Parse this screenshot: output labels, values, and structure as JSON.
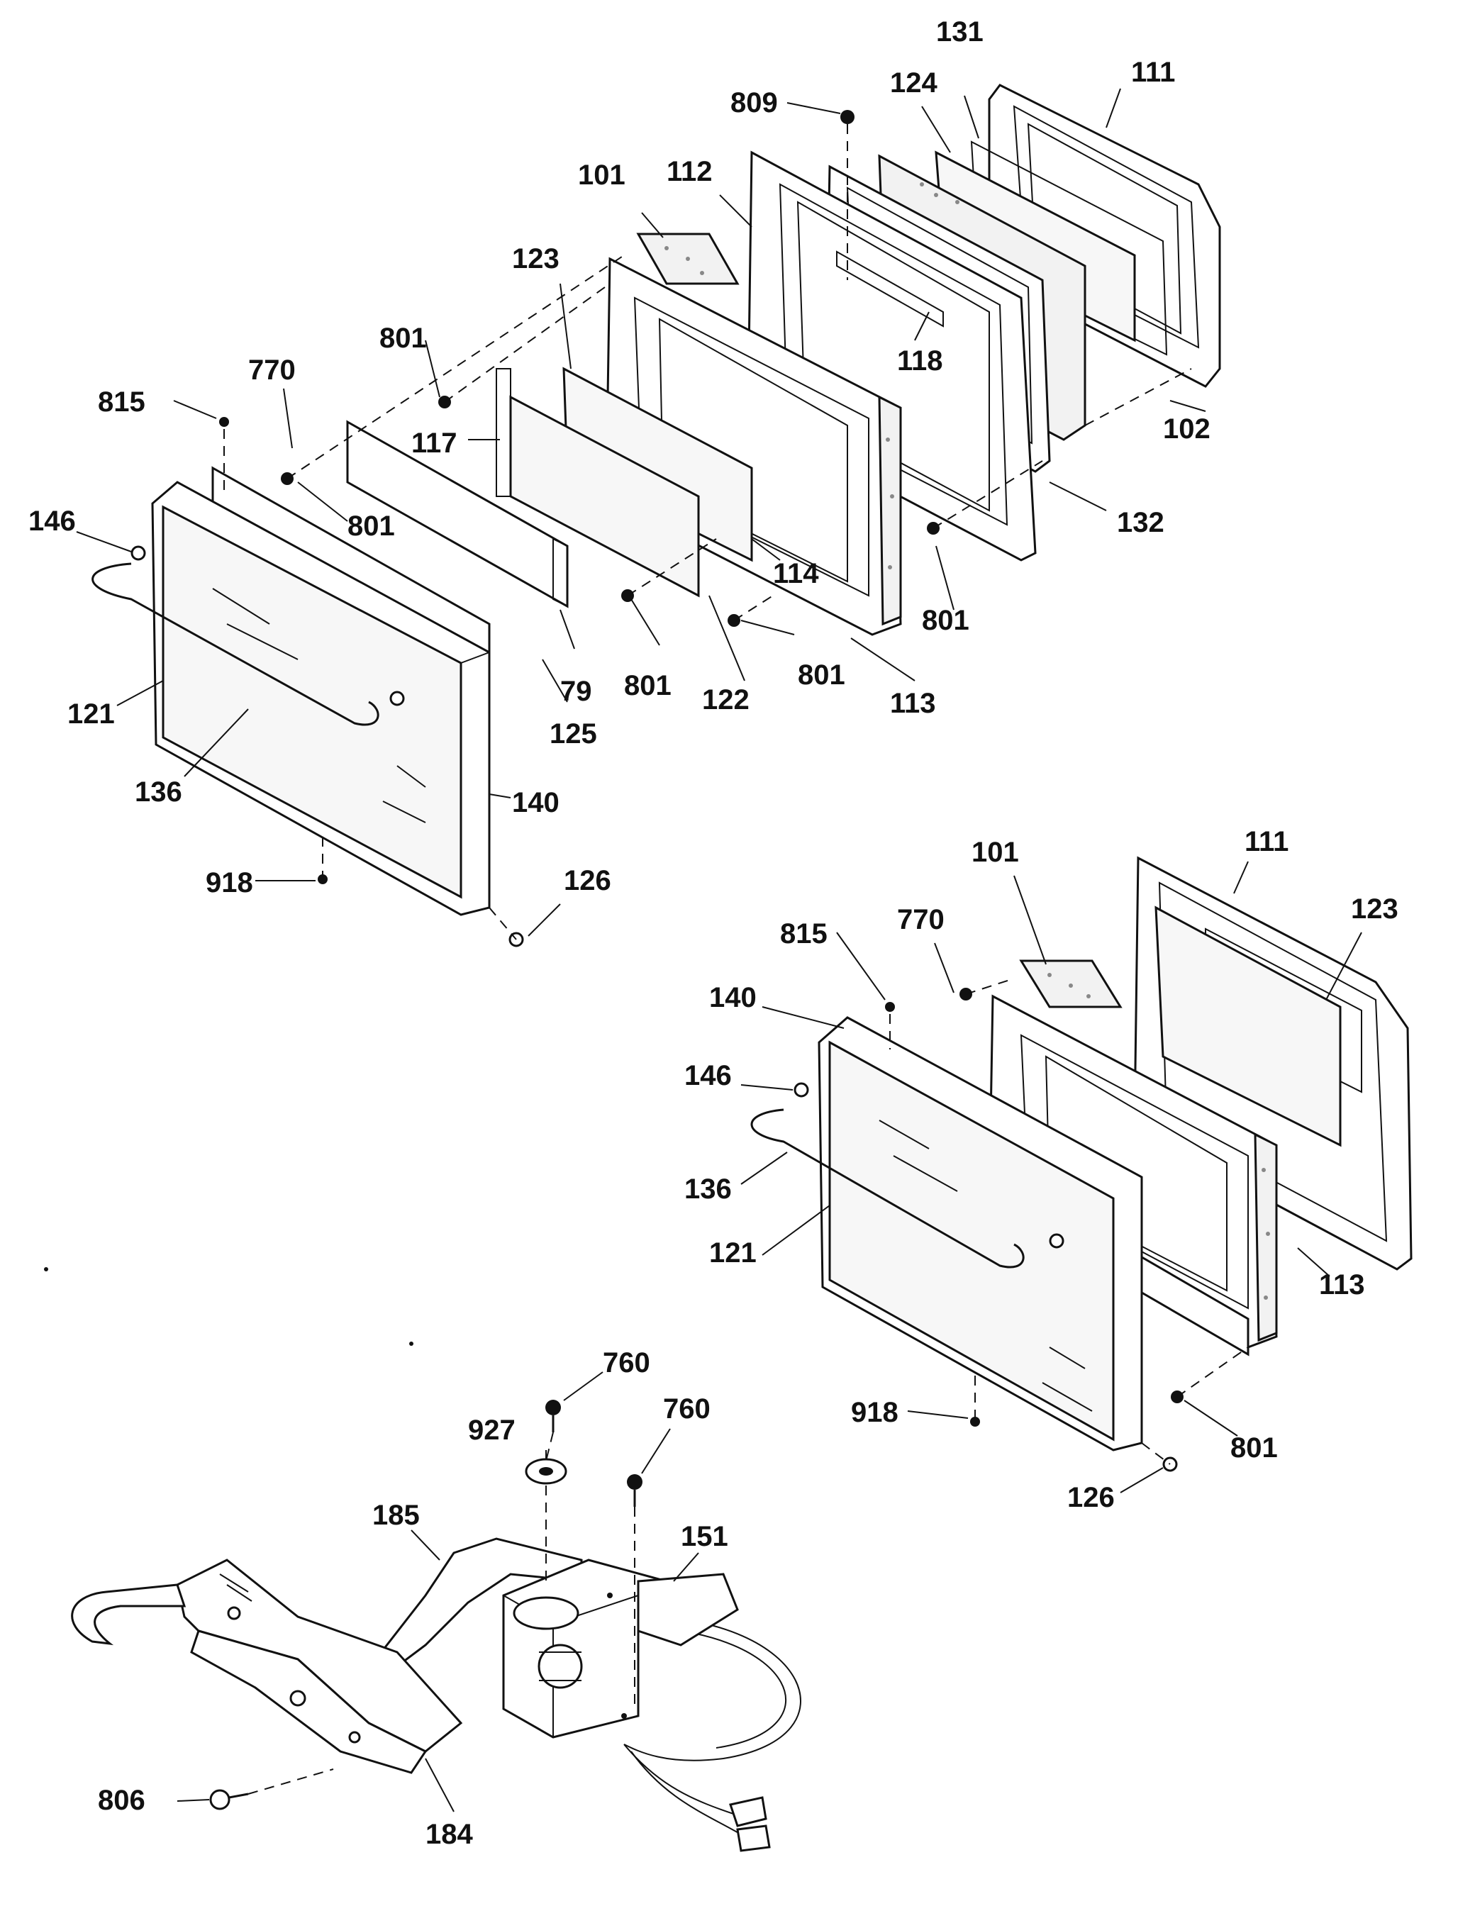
{
  "diagram": {
    "upper_assembly_labels": [
      "809",
      "131",
      "111",
      "124",
      "101",
      "112",
      "123",
      "801",
      "770",
      "815",
      "117",
      "118",
      "102",
      "132",
      "146",
      "801",
      "114",
      "801",
      "801",
      "801",
      "79",
      "125",
      "122",
      "113",
      "121",
      "136",
      "140",
      "918",
      "126"
    ],
    "lower_right_assembly_labels": [
      "101",
      "111",
      "123",
      "815",
      "770",
      "140",
      "146",
      "136",
      "121",
      "113",
      "918",
      "801",
      "126"
    ],
    "motor_assembly_labels": [
      "760",
      "927",
      "760",
      "185",
      "151",
      "806",
      "184"
    ]
  }
}
